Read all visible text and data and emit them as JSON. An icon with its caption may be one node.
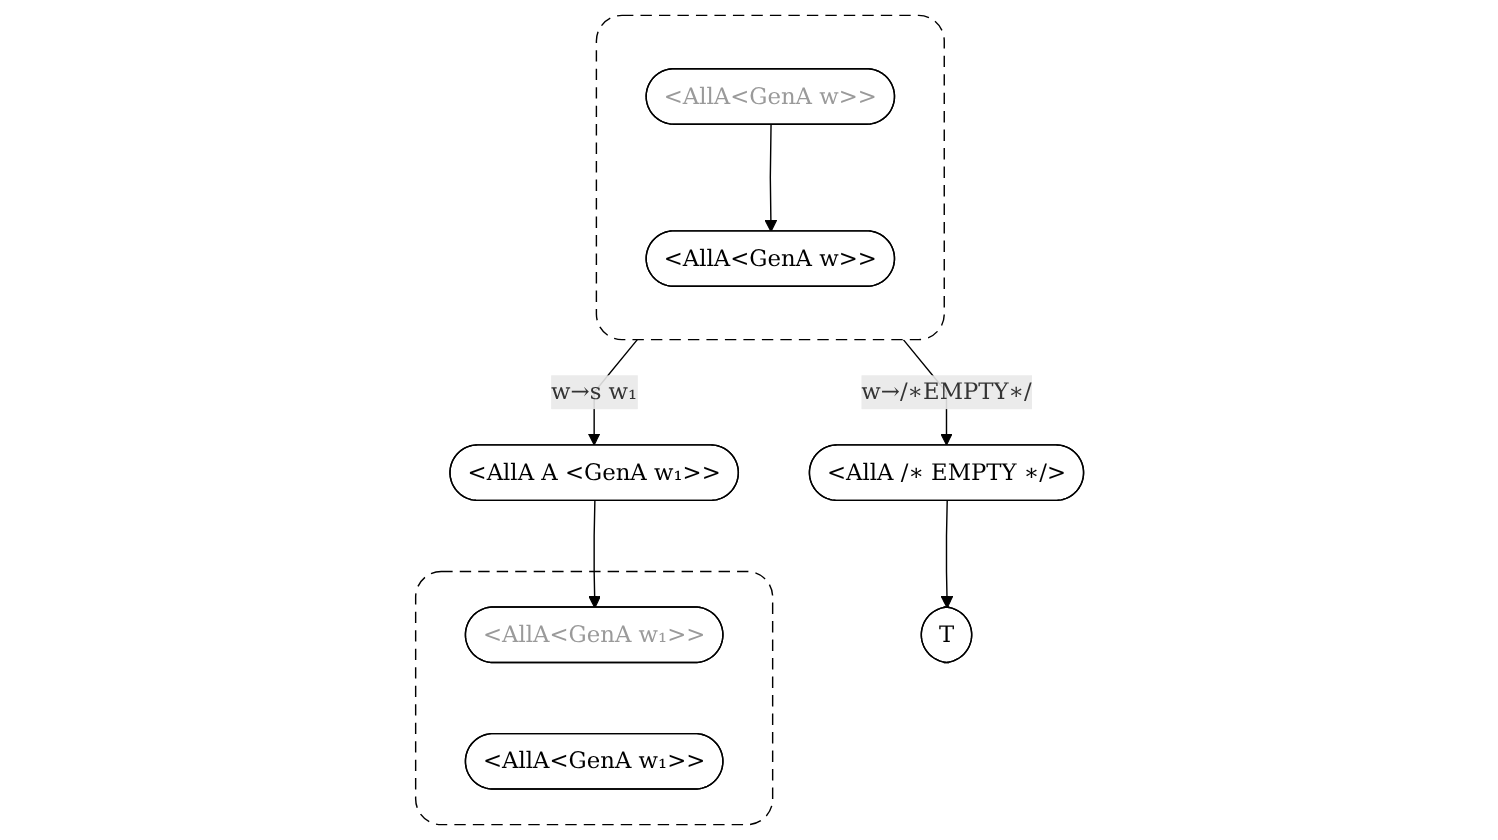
{
  "diagram": {
    "nodes": [
      {
        "text": [],
        "shape": "box"
      },
      {
        "text": [
          "<AllA<GenA w>>"
        ],
        "in": 0
      },
      {
        "text": [
          "<AllA<GenA w>>"
        ],
        "in": 0
      },
      {
        "text": [
          "<AllA /∗ EMPTY ∗/>"
        ]
      },
      {
        "text": [
          "T"
        ]
      },
      {
        "text": [
          "<AllA A <GenA w₁>>"
        ]
      },
      {
        "text": [],
        "shape": "box"
      },
      {
        "text": [
          "<AllA<GenA w₁>>"
        ],
        "in": 6
      },
      {
        "text": [
          "<AllA<GenA w₁>>"
        ],
        "in": 6
      }
    ],
    "edges": [
      {
        "from": 1,
        "to": 2,
        "arrow": "to"
      },
      {
        "from": 0,
        "to": 3,
        "arrow": "to",
        "label": "w→/∗EMPTY∗/"
      },
      {
        "from": 0,
        "to": 5,
        "arrow": "to",
        "label": "w→s w₁"
      },
      {
        "from": 3,
        "to": 4,
        "arrow": "to"
      },
      {
        "from": 5,
        "to": 7,
        "arrow": "to"
      }
    ]
  }
}
